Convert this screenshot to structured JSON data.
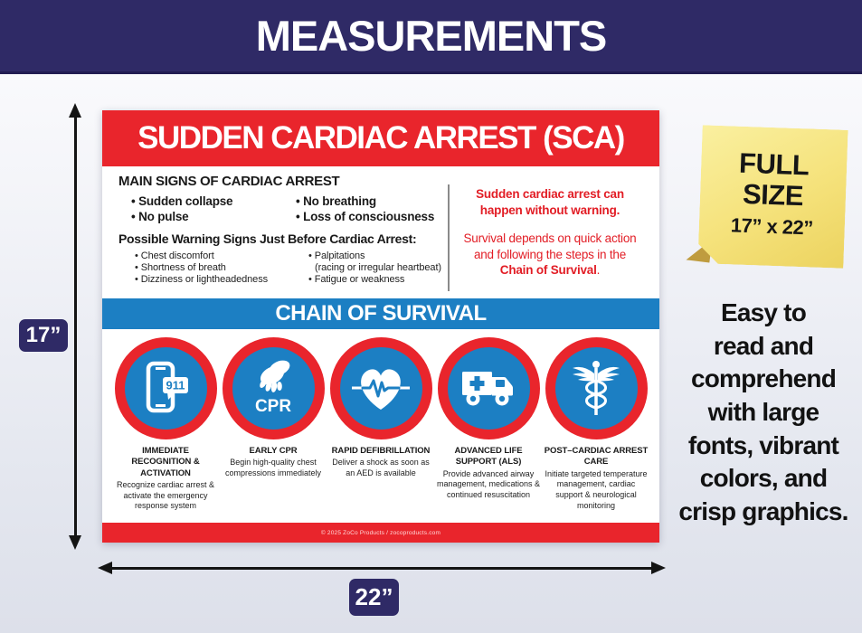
{
  "header": {
    "title": "MEASUREMENTS"
  },
  "poster": {
    "title": "SUDDEN CARDIAC ARREST (SCA)",
    "main_signs": {
      "heading": "MAIN SIGNS OF CARDIAC ARREST",
      "bullets_col1": [
        "Sudden collapse",
        "No pulse"
      ],
      "bullets_col2": [
        "No breathing",
        "Loss of consciousness"
      ],
      "warning_heading": "Possible Warning Signs Just Before Cardiac Arrest:",
      "warning_col1": [
        "Chest discomfort",
        "Shortness of breath",
        "Dizziness or lightheadedness"
      ],
      "warning_col2": [
        "Palpitations",
        "(racing or irregular heartbeat)",
        "Fatigue or weakness"
      ]
    },
    "callout": {
      "line1": "Sudden cardiac arrest can happen without warning.",
      "line2_prefix": "Survival depends on quick action and following the steps in the ",
      "line2_bold": "Chain of Survival",
      "line2_suffix": "."
    },
    "chain_banner": "CHAIN OF SURVIVAL",
    "chain_steps": [
      {
        "icon": "phone-911-icon",
        "icon_label": "911",
        "title": "IMMEDIATE RECOGNITION & ACTIVATION",
        "description": "Recognize cardiac arrest & activate the emergency response system"
      },
      {
        "icon": "cpr-hands-icon",
        "icon_label": "CPR",
        "title": "EARLY CPR",
        "description": "Begin high-quality chest compressions immediately"
      },
      {
        "icon": "heart-ecg-icon",
        "icon_label": "",
        "title": "RAPID DEFIBRILLATION",
        "description": "Deliver a shock as soon as an AED is available"
      },
      {
        "icon": "ambulance-icon",
        "icon_label": "",
        "title": "ADVANCED LIFE SUPPORT (ALS)",
        "description": "Provide advanced airway management, medications & continued resuscitation"
      },
      {
        "icon": "caduceus-icon",
        "icon_label": "",
        "title": "POST–CARDIAC ARREST CARE",
        "description": "Initiate targeted temperature management, cardiac support & neurological monitoring"
      }
    ],
    "footer": "© 2025 ZoCo Products / zocoproducts.com"
  },
  "measurements": {
    "height_label": "17”",
    "width_label": "22”"
  },
  "sticky_note": {
    "line1": "FULL",
    "line2": "SIZE",
    "size": "17” x 22”"
  },
  "caption": {
    "lines": [
      "Easy to",
      "read and",
      "comprehend",
      "with large",
      "fonts, vibrant",
      "colors, and",
      "crisp graphics."
    ]
  },
  "colors": {
    "navy": "#2f2a66",
    "red": "#e9252c",
    "blue": "#1c7fc3",
    "sticky_yellow": "#f5e27b",
    "red_text": "#e21d25"
  }
}
